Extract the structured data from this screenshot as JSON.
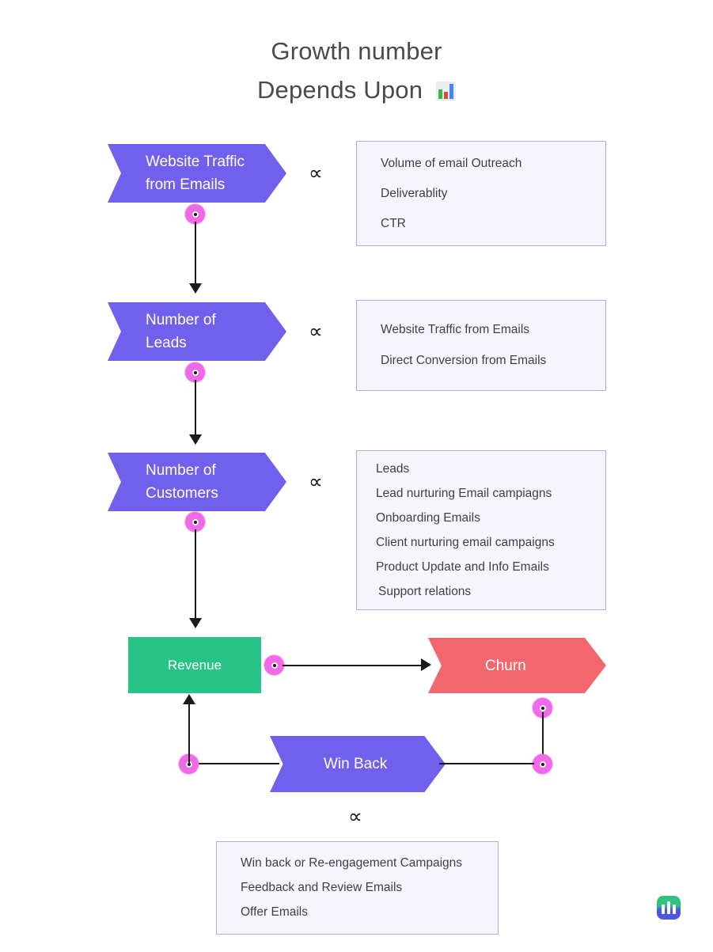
{
  "title": {
    "line1": "Growth number",
    "line2": "Depends Upon",
    "emoji_name": "bar-chart-emoji"
  },
  "symbols": {
    "proportional": "∝"
  },
  "flow": {
    "nodes": [
      {
        "id": "website-traffic",
        "label_line1": "Website Traffic",
        "label_line2": "from Emails",
        "shape": "chevron",
        "color": "#7060ec"
      },
      {
        "id": "number-of-leads",
        "label_line1": "Number of",
        "label_line2": "Leads",
        "shape": "chevron",
        "color": "#7060ec"
      },
      {
        "id": "number-of-customers",
        "label_line1": "Number of",
        "label_line2": "Customers",
        "shape": "chevron",
        "color": "#7060ec"
      },
      {
        "id": "revenue",
        "label": "Revenue",
        "shape": "rectangle",
        "color": "#27c387"
      },
      {
        "id": "churn",
        "label": "Churn",
        "shape": "chevron",
        "color": "#f2676d"
      },
      {
        "id": "win-back",
        "label": "Win Back",
        "shape": "chevron",
        "color": "#7060ec"
      }
    ]
  },
  "boxes": {
    "website_traffic_factors": [
      "Volume of email Outreach",
      "Deliverablity",
      "CTR"
    ],
    "leads_factors": [
      "Website Traffic from Emails",
      "Direct Conversion from Emails"
    ],
    "customers_factors": [
      "Leads",
      "Lead nurturing Email campiagns",
      "Onboarding Emails",
      "Client nurturing email campaigns",
      "Product Update and Info Emails",
      "Support relations"
    ],
    "winback_factors": [
      "Win back or Re-engagement Campaigns",
      "Feedback and Review Emails",
      "Offer Emails"
    ]
  },
  "theme": {
    "purple": "#7060ec",
    "green": "#27c387",
    "red": "#f2676d",
    "dot_pink": "#ee6ae8",
    "box_bg": "#f6f5fb",
    "box_border": "#b5ace8",
    "text_dark": "#3f3f46",
    "title_color": "#4a4a4a"
  },
  "branding": {
    "logo_name": "miro-logo"
  }
}
